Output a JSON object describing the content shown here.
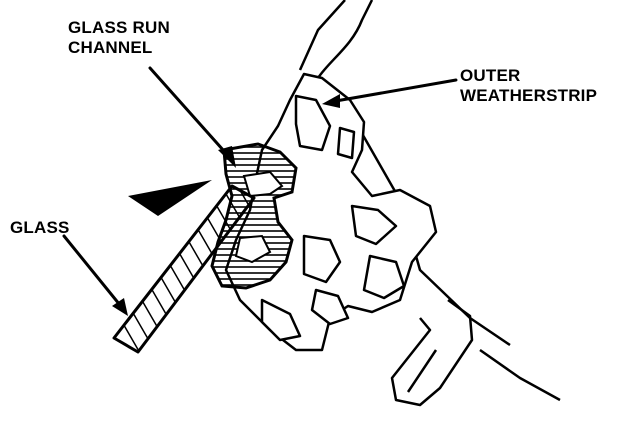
{
  "diagram": {
    "labels": {
      "glass_run_channel_line1": "GLASS RUN",
      "glass_run_channel_line2": "CHANNEL",
      "outer_weatherstrip_line1": "OUTER",
      "outer_weatherstrip_line2": "WEATHERSTRIP",
      "glass": "GLASS"
    },
    "colors": {
      "ink": "#000000",
      "paper": "#ffffff"
    },
    "icons": {
      "direction_arrow": "solid-arrowhead-icon"
    }
  }
}
